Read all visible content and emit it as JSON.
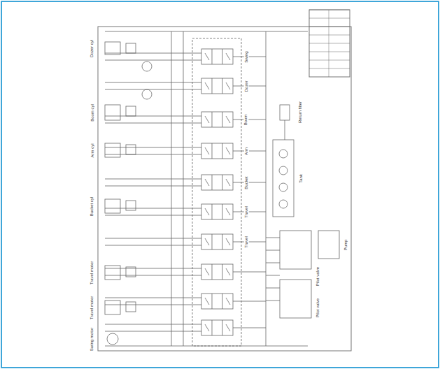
{
  "diagram": {
    "labels": [
      "Swing motor",
      "Dozer cyl",
      "Boom cyl",
      "Arm cyl",
      "Bucket cyl",
      "Travel motor",
      "Travel motor",
      "Swing",
      "Dozer",
      "Boom",
      "Arm",
      "Bucket",
      "Travel",
      "Travel",
      "Pilot valve",
      "Pilot valve",
      "Return filter",
      "Tank",
      "Pump"
    ]
  }
}
